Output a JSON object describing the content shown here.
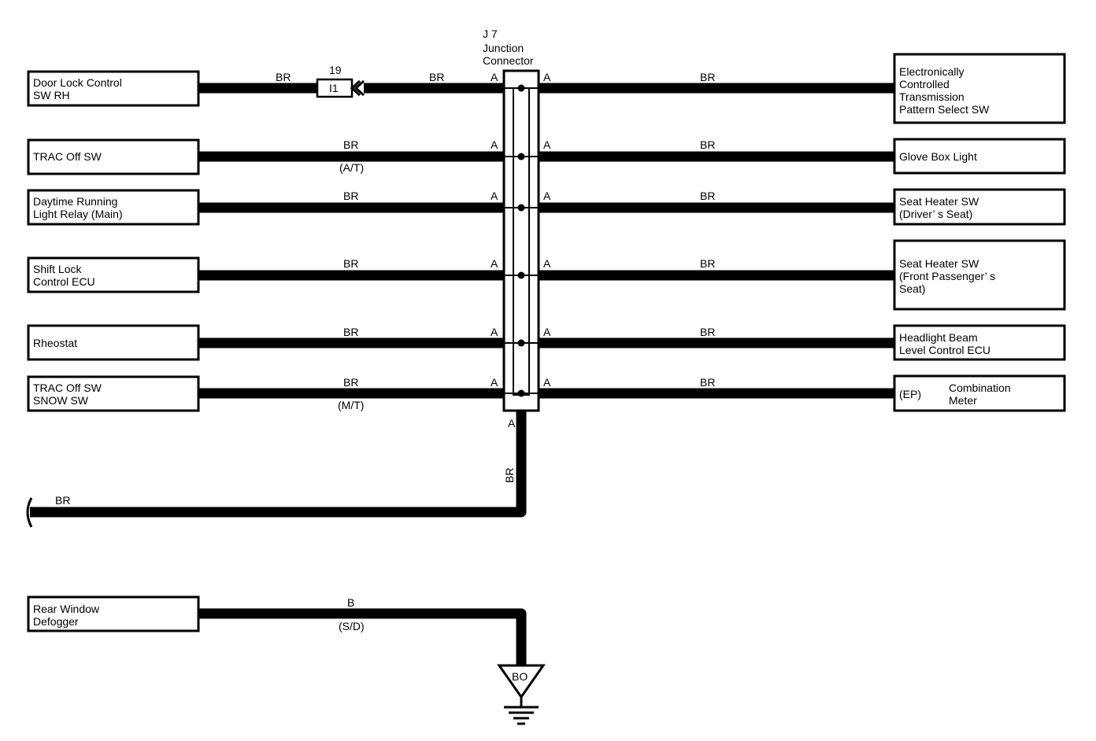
{
  "junction": {
    "id": "J 7",
    "name_line1": "Junction",
    "name_line2": "Connector",
    "pin": "A"
  },
  "connector_i1": {
    "number": "19",
    "label": "I1"
  },
  "left_components": [
    {
      "lines": [
        "Door Lock Control",
        "SW RH"
      ]
    },
    {
      "lines": [
        "TRAC Off SW"
      ]
    },
    {
      "lines": [
        "Daytime Running",
        "Light Relay (Main)"
      ]
    },
    {
      "lines": [
        "Shift Lock",
        "Control ECU"
      ]
    },
    {
      "lines": [
        "Rheostat"
      ]
    },
    {
      "lines": [
        "TRAC Off SW",
        "SNOW SW"
      ]
    }
  ],
  "right_components": [
    {
      "lines": [
        "Electronically",
        "Controlled",
        "Transmission",
        "Pattern Select SW"
      ]
    },
    {
      "lines": [
        "Glove Box Light"
      ]
    },
    {
      "lines": [
        "Seat Heater SW",
        "(Driver’ s Seat)"
      ]
    },
    {
      "lines": [
        "Seat Heater SW",
        "(Front Passenger’ s",
        " Seat)"
      ]
    },
    {
      "lines": [
        "Headlight Beam",
        "Level Control ECU"
      ]
    },
    {
      "lines": [
        "(EP)",
        "Combination",
        "Meter"
      ]
    }
  ],
  "wire_labels": {
    "br": "BR",
    "b": "B",
    "at": "(A/T)",
    "mt": "(M/T)",
    "sd": "(S/D)"
  },
  "defogger": {
    "lines": [
      "Rear Window",
      "Defogger"
    ]
  },
  "ground": {
    "label": "BO"
  }
}
